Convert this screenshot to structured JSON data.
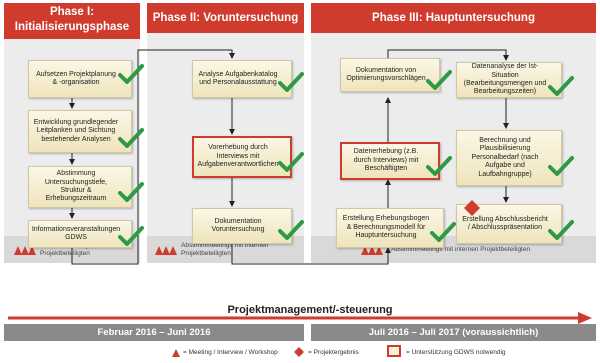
{
  "phases": [
    {
      "title_line1": "Phase I:",
      "title_line2": "Initialisierungsphase"
    },
    {
      "title_line1": "Phase II: Voruntersuchung"
    },
    {
      "title_line1": "Phase III: Hauptuntersuchung"
    }
  ],
  "phase1_boxes": [
    "Aufsetzen Projektplanung & -organisation",
    "Entwicklung grundlegender Leitplanken und Sichtung bestehender Analysen",
    "Abstimmung Untersuchungstiefe, Struktur & Erhebungszeitraum",
    "Informationsveranstaltungen GDWS"
  ],
  "phase2_boxes": [
    "Analyse Aufgabenkatalog und Personalausstattung",
    "Vorerhebung durch Interviews mit Aufgabenverantwortlichen",
    "Dokumentation Voruntersuchung"
  ],
  "phase3_left_boxes": [
    "Dokumentation von Optimierungsvorschlägen",
    "Datenerhebung (z.B. durch Interviews) mit Beschäftigten",
    "Erstellung Erhebungsbogen & Berechnungsmodell für Hauptuntersuchung"
  ],
  "phase3_right_boxes": [
    "Datenanalyse der Ist-Situation (Bearbeitungsmengen und Bearbeitungszeiten)",
    "Berechnung und Plausibilisierung Personalbedarf (nach Aufgabe und Laufbahngruppe)",
    "Erstellung Abschlussbericht / Abschlusspräsentation"
  ],
  "footers": {
    "phase1": "Abstimmmeetings mit internen Projektbeteiligten",
    "phase2": "Abstimmmeetings mit internen Projektbeteiligten",
    "phase3": "Abstimmmeetings mit internen Projektbeteiligten"
  },
  "project_management": "Projektmanagement/-steuerung",
  "dates": {
    "left": "Februar 2016 – Juni 2016",
    "right": "Juli 2016 – Juli 2017 (voraussichtlich)"
  },
  "legend": {
    "meeting": "= Meeting / Interview / Workshop",
    "result": "= Projektergebnis",
    "support": "= Unterstützung GDWS notwendig"
  },
  "colors": {
    "accent_red": "#cf3b2c",
    "check_green": "#2e9a44",
    "panel_grey": "#ececec",
    "date_bar_grey": "#8a8a8a"
  }
}
